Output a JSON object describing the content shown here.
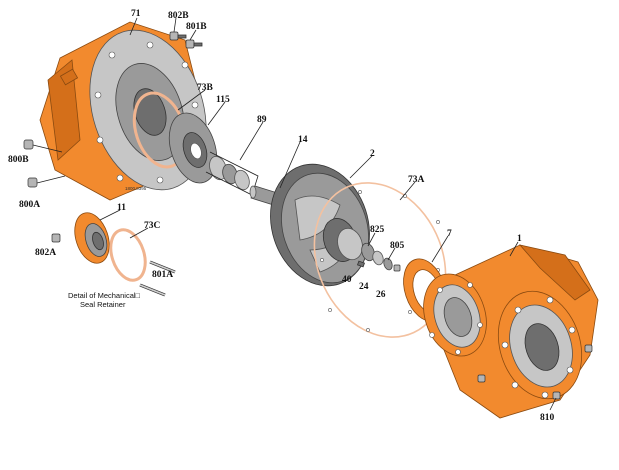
{
  "labels": {
    "l71": "71",
    "l802b": "802B",
    "l801b": "801B",
    "l73b": "73B",
    "l115": "115",
    "l89": "89",
    "l14": "14",
    "l2": "2",
    "l73a": "73A",
    "l1": "1",
    "l7": "7",
    "l805": "805",
    "l825": "825",
    "l40": "40",
    "l24": "24",
    "l26": "26",
    "l800b": "800B",
    "l800a": "800A",
    "l11": "11",
    "l73c": "73C",
    "l802a": "802A",
    "l801a": "801A",
    "l810": "810"
  },
  "caption": {
    "line1": "Detail of Mechanical□",
    "line2": "Seal Retainer"
  },
  "drawing_number": "1800.0395",
  "colors": {
    "casing": "#F28A2E",
    "metal": "#9a9a9a",
    "gasket": "#f0b48f"
  }
}
